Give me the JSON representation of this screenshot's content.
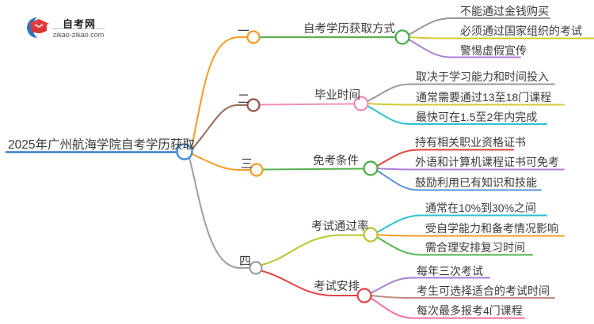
{
  "logo": {
    "site_name": "自考网",
    "site_url": "zikao-zikao.com",
    "icon": "graduation-cap-icon"
  },
  "root": {
    "title": "2025年广州航海学院自考学历获取"
  },
  "branches": [
    {
      "index_label": "一",
      "topics": [
        {
          "label": "自考学历获取方式",
          "leaves": [
            "不能通过金钱购买",
            "必须通过国家组织的考试",
            "警惕虚假宣传"
          ]
        }
      ]
    },
    {
      "index_label": "二",
      "topics": [
        {
          "label": "毕业时间",
          "leaves": [
            "取决于学习能力和时间投入",
            "通常需要通过13至18门课程",
            "最快可在1.5至2年内完成"
          ]
        }
      ]
    },
    {
      "index_label": "三",
      "topics": [
        {
          "label": "免考条件",
          "leaves": [
            "持有相关职业资格证书",
            "外语和计算机课程证书可免考",
            "鼓励利用已有知识和技能"
          ]
        }
      ]
    },
    {
      "index_label": "四",
      "topics": [
        {
          "label": "考试通过率",
          "leaves": [
            "通常在10%到30%之间",
            "受自学能力和备考情况影响",
            "需合理安排复习时间"
          ]
        },
        {
          "label": "考试安排",
          "leaves": [
            "每年三次考试",
            "考生可选择适合的考试时间",
            "每次最多报考4门课程"
          ]
        }
      ]
    }
  ],
  "colors": {
    "root_node": "#4a8fd6",
    "title_underline": "#3c7fc4",
    "orange": "#f59b23",
    "brown": "#9b6a58",
    "maroon_node": "#96554b",
    "gray": "#999999",
    "green": "#54b14e",
    "green_node": "#44ad44",
    "pink_line": "#f291bc",
    "yellow": "#d6ca2e",
    "yellow_green": "#bcc62a",
    "purple": "#a97fd6",
    "cyan": "#2bc0d4",
    "red": "#e24444",
    "blue": "#5b93d8",
    "rosy_brown": "#bd8c80",
    "hot_pink": "#f06fa7",
    "logo_blue": "#2878be",
    "logo_red": "#e23c3c"
  }
}
